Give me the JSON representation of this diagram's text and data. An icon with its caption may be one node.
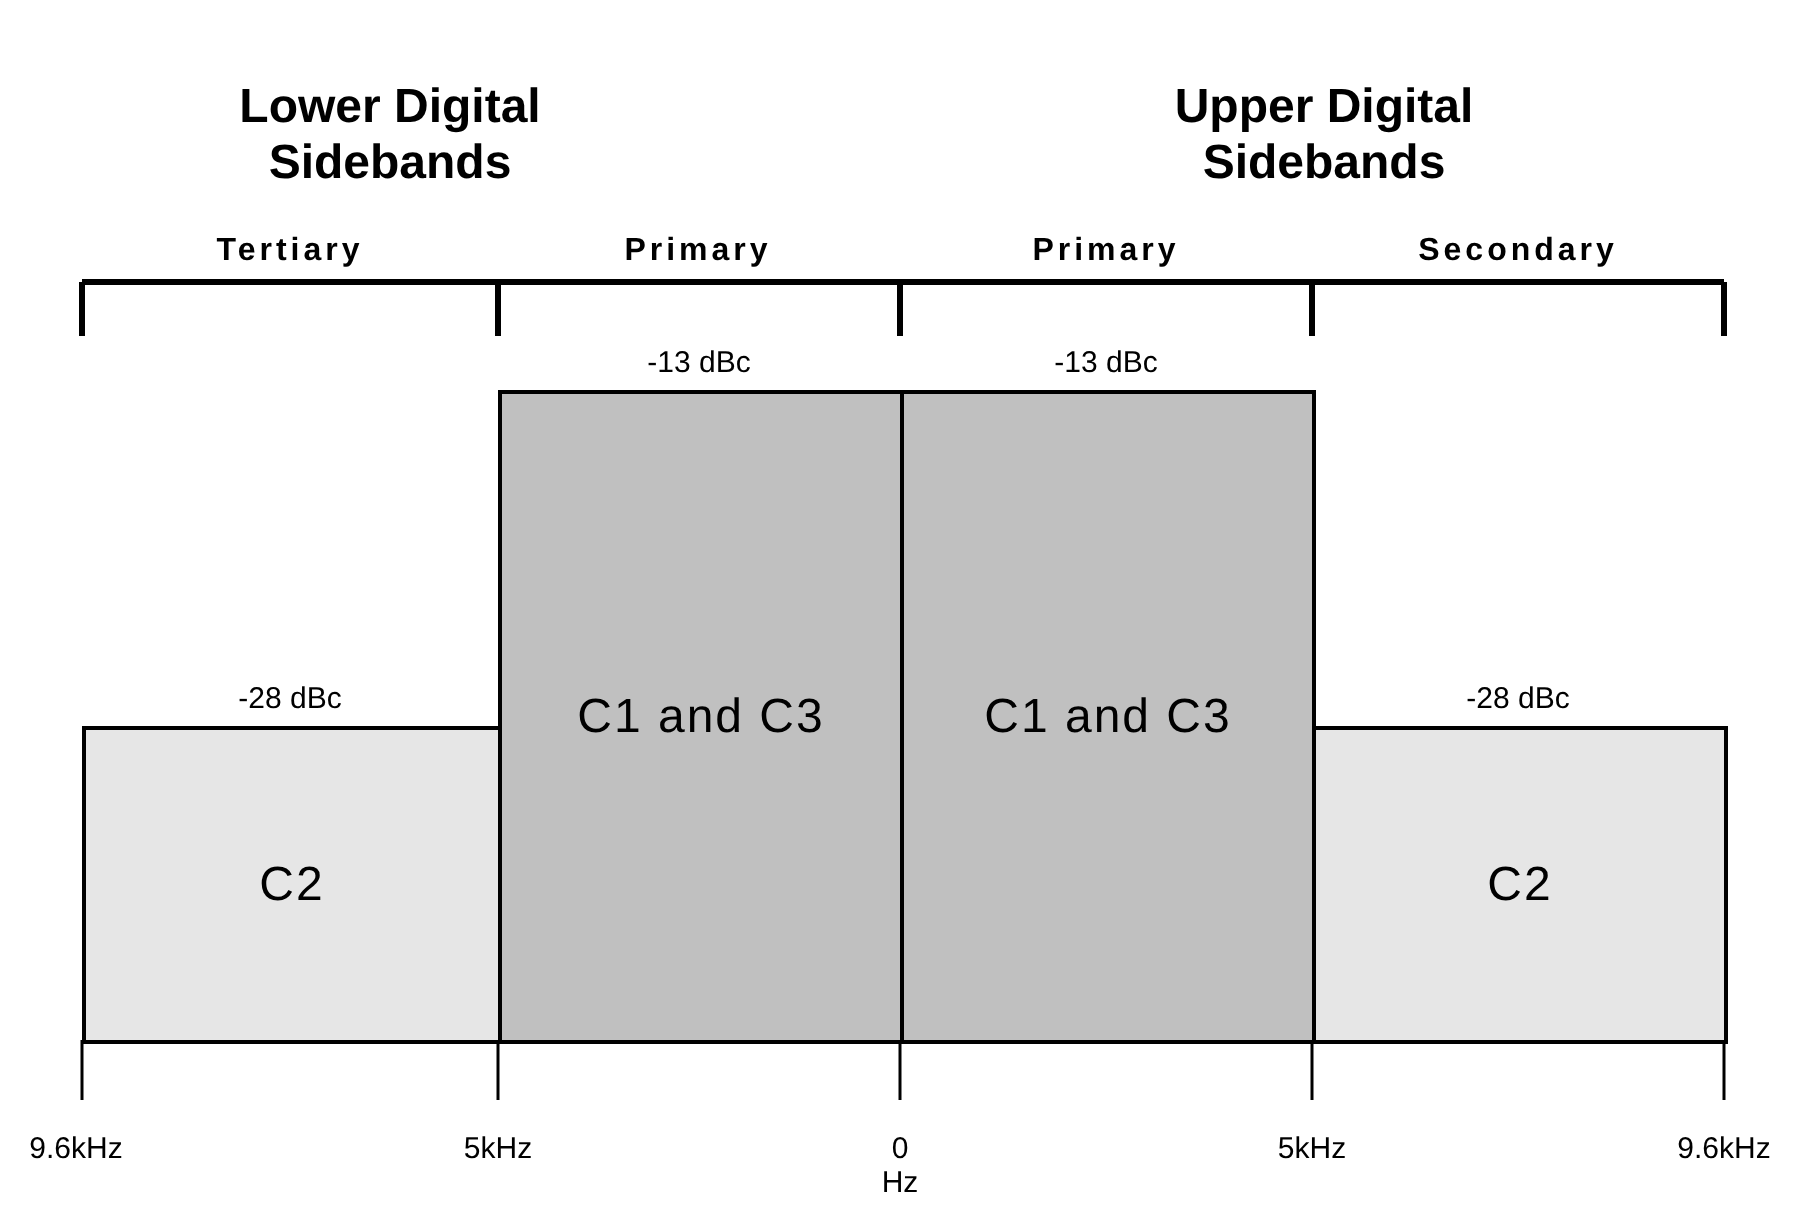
{
  "diagram": {
    "nodes": [
      {
        "text": [
          "C2"
        ],
        "beside": [
          "-28 dBc"
        ]
      },
      {
        "text": [
          "C1 and C3"
        ],
        "beside": [
          "-13 dBc"
        ]
      },
      {
        "text": [
          "C1 and C3"
        ],
        "beside": [
          "-13 dBc"
        ]
      },
      {
        "text": [
          "C2"
        ],
        "beside": [
          "-28 dBc"
        ]
      }
    ],
    "edges": [],
    "labels": [
      "Lower Digital Sidebands",
      "Upper Digital Sidebands",
      "Tertiary",
      "Primary",
      "Primary",
      "Secondary",
      "9.6kHz",
      "5kHz",
      "0 Hz",
      "5kHz",
      "9.6kHz"
    ]
  }
}
